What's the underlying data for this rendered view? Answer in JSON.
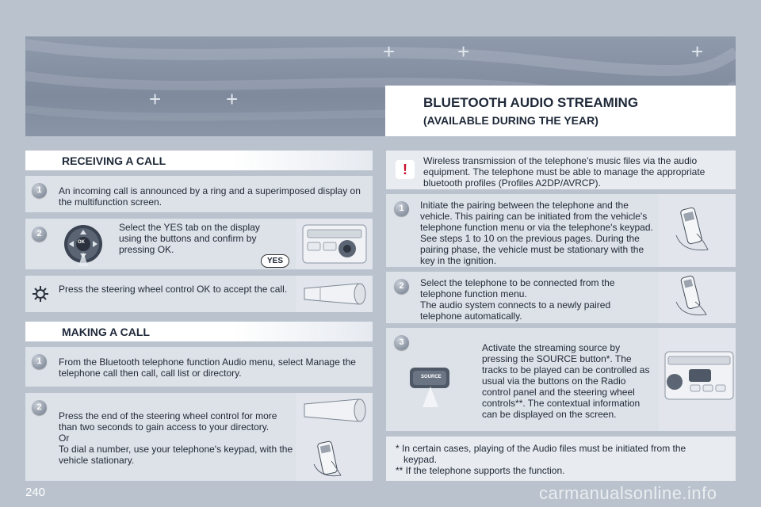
{
  "header": {
    "title": "BLUETOOTH AUDIO STREAMING",
    "subtitle": "(AVAILABLE DURING THE YEAR)"
  },
  "receiving": {
    "heading": "RECEIVING A CALL",
    "step1": {
      "num": "1",
      "text": "An incoming call is announced by a ring and a superimposed display on the multifunction screen."
    },
    "step2": {
      "num": "2",
      "text": "Select the YES tab on the display using the buttons and confirm by pressing OK.",
      "ok_label": "OK",
      "yes_label": "YES"
    },
    "wheel": {
      "text": "Press the steering wheel control OK to accept the call."
    }
  },
  "making": {
    "heading": "MAKING A CALL",
    "step1": {
      "num": "1",
      "text": "From the Bluetooth telephone function Audio menu, select Manage the telephone call then call, call list or directory."
    },
    "step2": {
      "num": "2",
      "text": "Press the end of the steering wheel control for more than two seconds to gain access to your directory.\nOr\nTo dial a number, use your telephone's keypad, with the vehicle stationary."
    }
  },
  "streaming": {
    "note_icon": "!",
    "note": "Wireless transmission of the telephone's music files via the audio equipment. The telephone must be able to manage the appropriate bluetooth profiles (Profiles A2DP/AVRCP).",
    "step1": {
      "num": "1",
      "text": "Initiate the pairing between the telephone and the vehicle. This pairing can be initiated from the vehicle's telephone function menu or via the telephone's keypad. See steps 1 to 10 on the previous pages. During the pairing phase, the vehicle must be stationary with the key in the ignition."
    },
    "step2": {
      "num": "2",
      "text": "Select the telephone to be connected from the telephone function menu.\nThe audio system connects to a newly paired telephone automatically."
    },
    "step3": {
      "num": "3",
      "text": "Activate the streaming source by pressing the SOURCE button*. The tracks to be played can be controlled as usual via the buttons on the Radio control panel and the steering wheel controls**. The contextual information can be displayed on the screen.",
      "source_label": "SOURCE"
    },
    "footnotes": "* In certain cases, playing of the Audio files must be initiated from the\n   keypad.\n** If the telephone supports the function."
  },
  "footer": {
    "page_number": "240",
    "watermark": "carmanualsonline.info"
  },
  "colors": {
    "background": "#b9c2cd",
    "header_band": "#8f9aab",
    "panel": "#dde2e9",
    "number_badge": "#8a93a1"
  }
}
